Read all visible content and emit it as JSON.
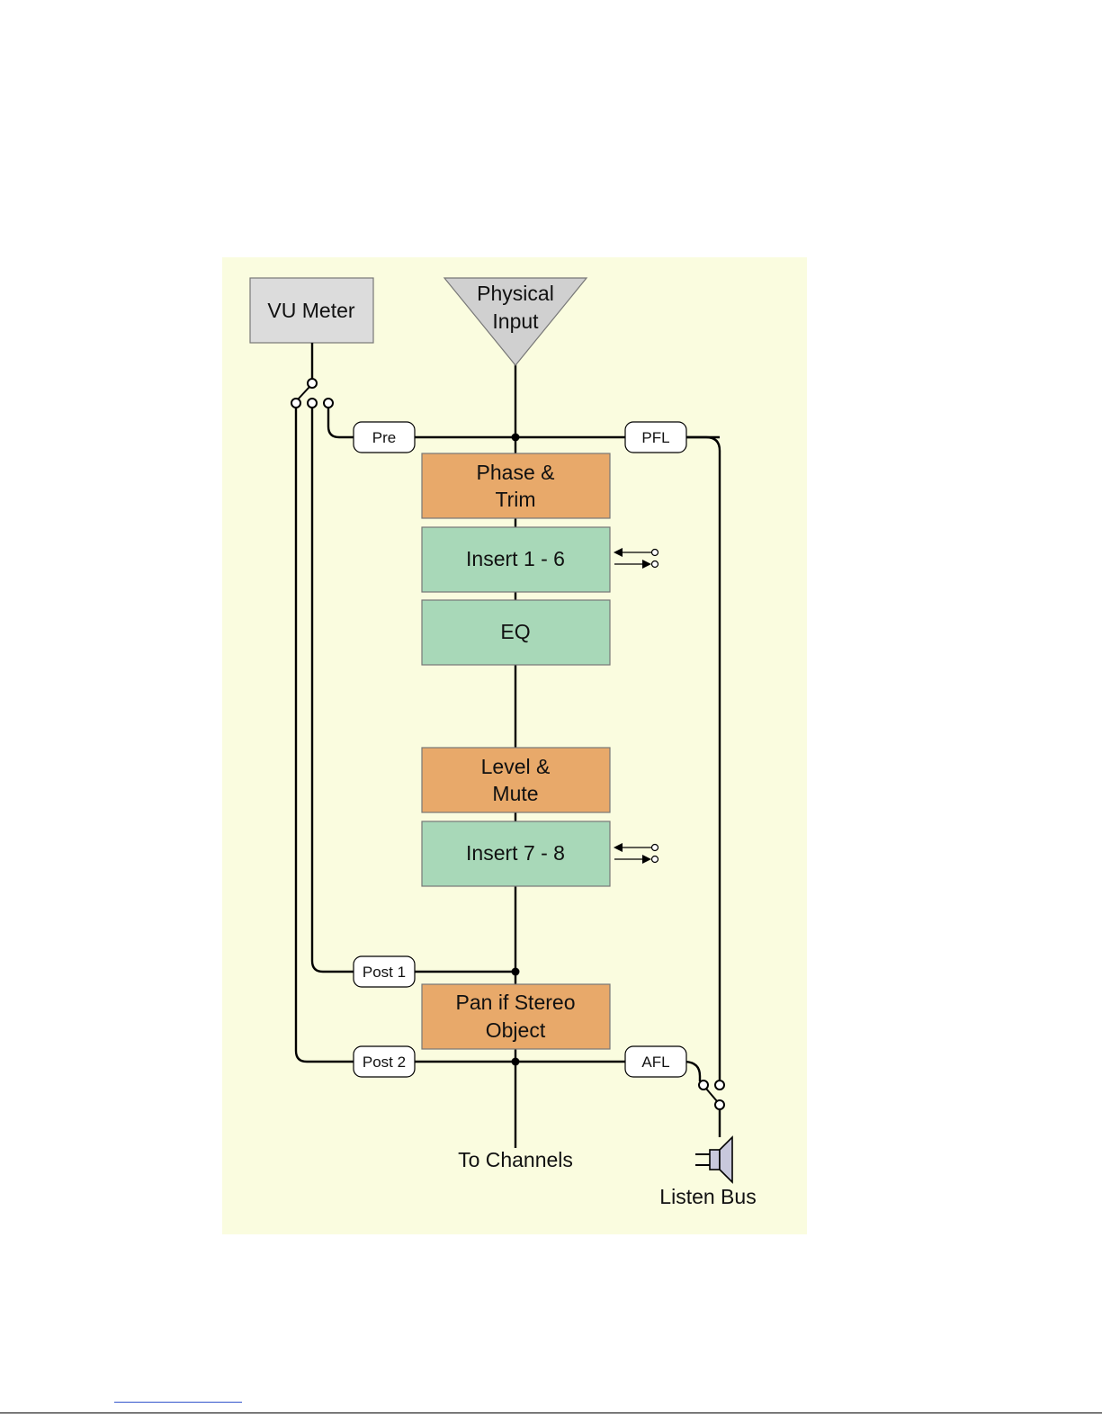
{
  "colors": {
    "canvas": "#fafcdf",
    "process_block": "#e8a96a",
    "insert_block": "#a8d8b8",
    "meter_block": "#dcdcdc",
    "input_triangle": "#d0d0d0"
  },
  "input": {
    "line1": "Physical",
    "line2": "Input"
  },
  "meter": {
    "label": "VU Meter"
  },
  "blocks": {
    "phase_trim": {
      "line1": "Phase &",
      "line2": "Trim"
    },
    "insert_1_6": {
      "label": "Insert 1 - 6"
    },
    "eq": {
      "label": "EQ"
    },
    "level_mute": {
      "line1": "Level &",
      "line2": "Mute"
    },
    "insert_7_8": {
      "label": "Insert 7 - 8"
    },
    "pan": {
      "line1": "Pan if Stereo",
      "line2": "Object"
    }
  },
  "taps": {
    "pre": "Pre",
    "pfl": "PFL",
    "post1": "Post 1",
    "post2": "Post 2",
    "afl": "AFL"
  },
  "outputs": {
    "channels": "To Channels",
    "listen_bus": "Listen Bus"
  },
  "icons": {
    "insert_send_return": "send-return-arrows-icon",
    "meter_selector": "three-way-switch-icon",
    "listen_selector": "two-way-switch-icon",
    "speaker": "speaker-icon"
  }
}
